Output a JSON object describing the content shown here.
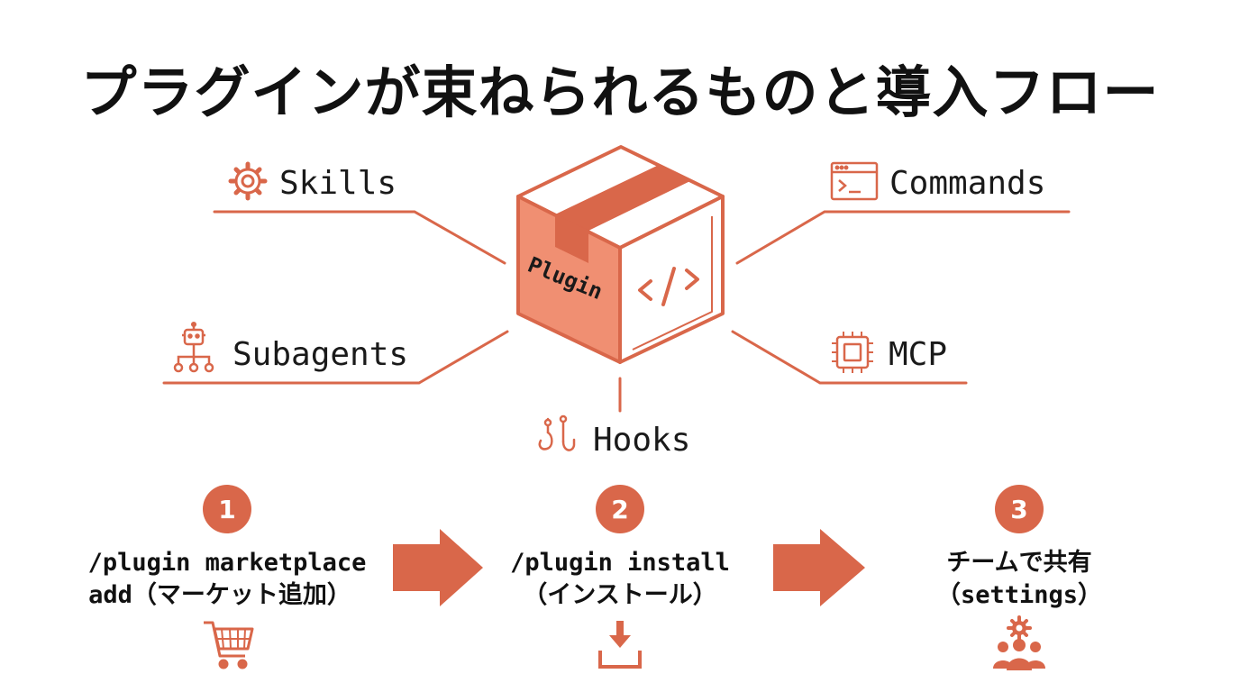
{
  "title": "プラグインが束ねられるものと導入フロー",
  "center_box": {
    "label": "Plugin"
  },
  "components": [
    {
      "label": "Skills",
      "icon": "gear-icon"
    },
    {
      "label": "Commands",
      "icon": "terminal-icon"
    },
    {
      "label": "Subagents",
      "icon": "robot-hierarchy-icon"
    },
    {
      "label": "MCP",
      "icon": "chip-icon"
    },
    {
      "label": "Hooks",
      "icon": "hooks-icon"
    }
  ],
  "steps": [
    {
      "number": "1",
      "line1": "/plugin marketplace",
      "line2": "add（マーケット追加）",
      "icon": "shopping-cart-icon"
    },
    {
      "number": "2",
      "line1": "/plugin install",
      "line2": "（インストール）",
      "icon": "download-icon"
    },
    {
      "number": "3",
      "line1": "チームで共有",
      "line2": "（settings）",
      "icon": "team-gear-icon"
    }
  ],
  "colors": {
    "accent": "#D9674A",
    "accent_light": "#F08F72",
    "line": "#D9674A",
    "text": "#111111"
  }
}
